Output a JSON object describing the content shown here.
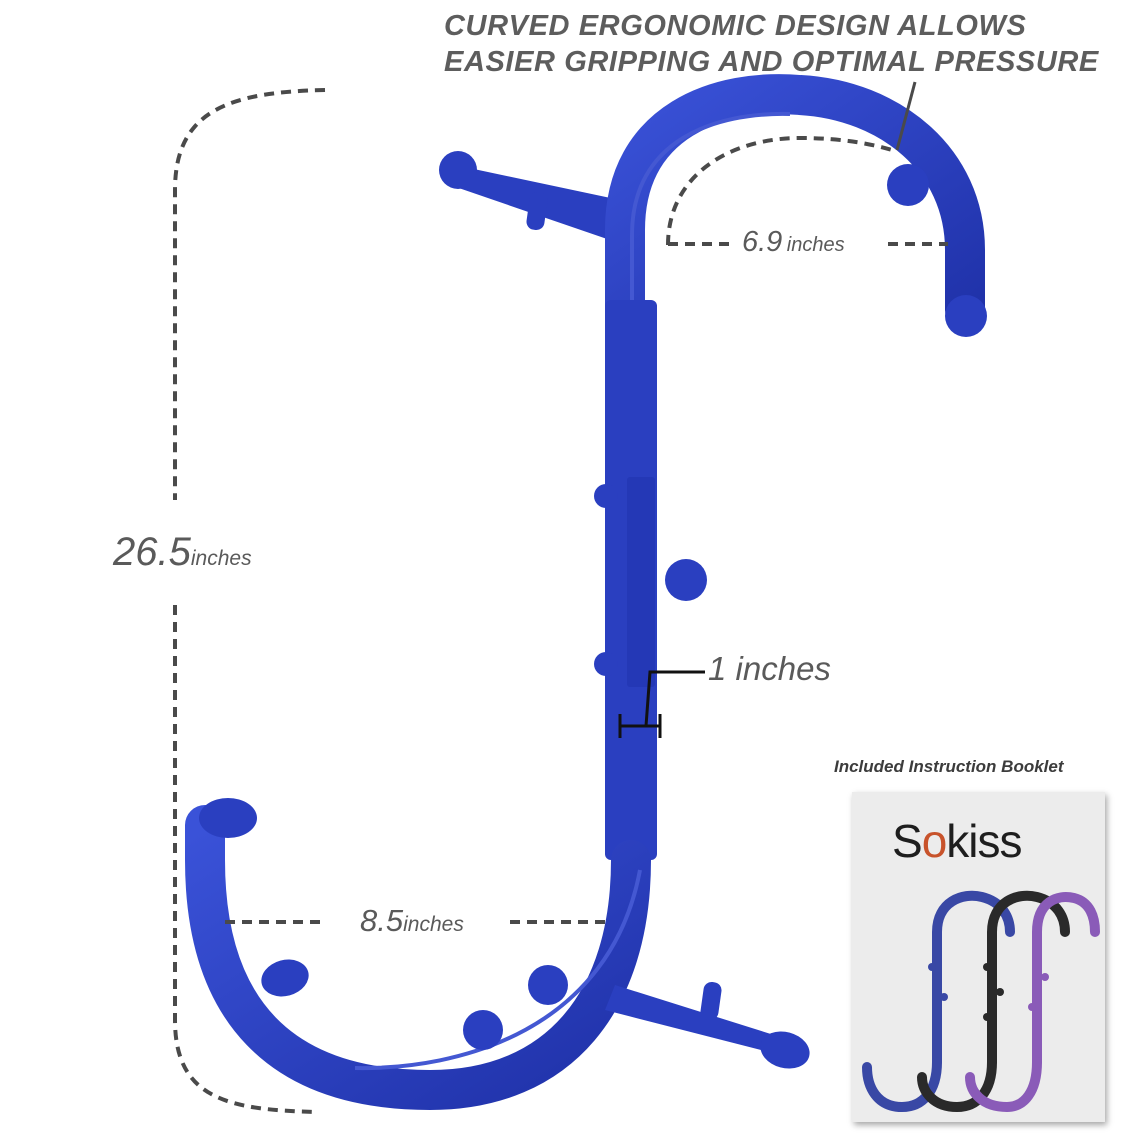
{
  "headline": {
    "line1": "CURVED ERGONOMIC DESIGN ALLOWS",
    "line2": "EASIER GRIPPING AND OPTIMAL PRESSURE"
  },
  "dimensions": {
    "height": {
      "value": "26.5",
      "unit": "inches"
    },
    "top_hook": {
      "value": "6.9",
      "unit": "inches"
    },
    "bottom_hook": {
      "value": "8.5",
      "unit": "inches"
    },
    "width": {
      "value": "1",
      "unit": "inches"
    }
  },
  "booklet": {
    "caption": "Included Instruction Booklet",
    "brand_s": "S",
    "brand_o": "o",
    "brand_rest": "kiss"
  },
  "colors": {
    "product_blue": "#2a3fc0",
    "dash_gray": "#4a4a4a",
    "booklet_black": "#2a2a2a",
    "booklet_purple": "#8a5bb8",
    "brand_accent": "#c8532b"
  }
}
